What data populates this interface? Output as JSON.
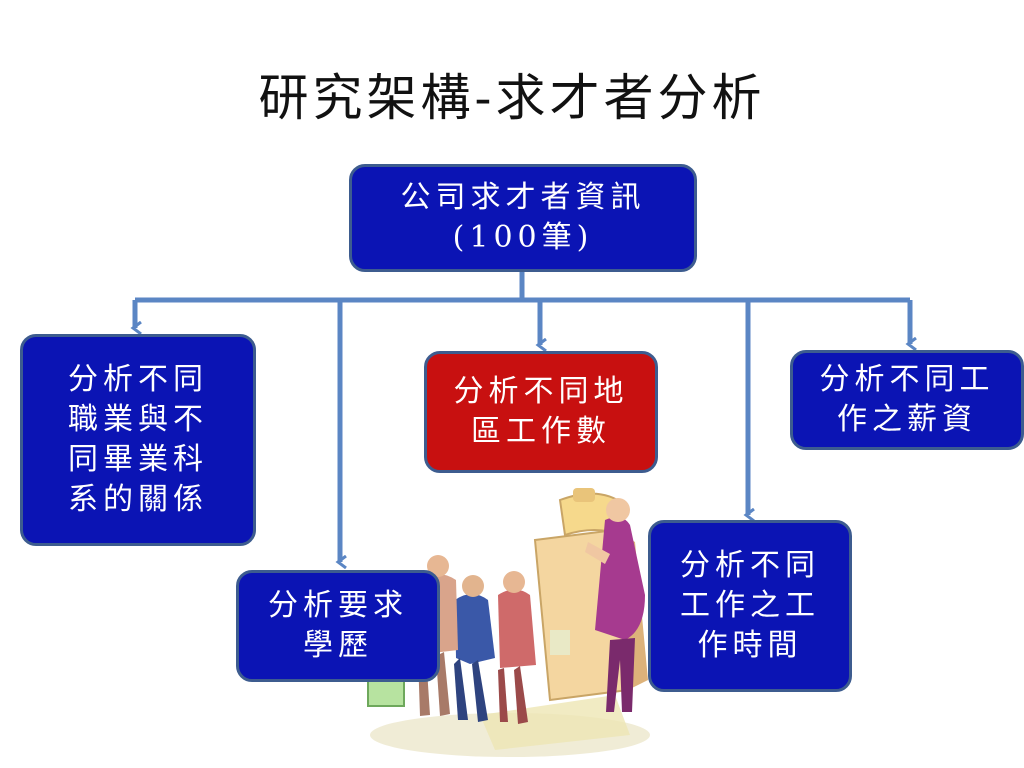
{
  "title": "研究架構-求才者分析",
  "nodes": {
    "root": "公司求才者資訊\n(100筆)",
    "occupation_major": "分析不同\n職業與不\n同畢業科\n系的關係",
    "education": "分析要求\n學歷",
    "region": "分析不同地\n區工作數",
    "work_hours": "分析不同\n工作之工\n作時間",
    "salary": "分析不同工\n作之薪資"
  },
  "colors": {
    "node_fill": "#0b14b4",
    "highlight_fill": "#c81010",
    "node_border": "#3d5c8f",
    "connector": "#5b86c4"
  }
}
